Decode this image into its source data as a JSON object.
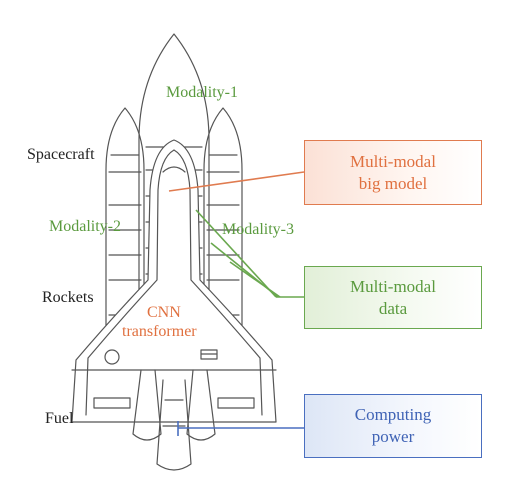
{
  "labels": {
    "spacecraft": "Spacecraft",
    "rockets": "Rockets",
    "fuel": "Fuel",
    "modality_1": "Modality-1",
    "modality_2": "Modality-2",
    "modality_3": "Modality-3",
    "cnn": "CNN",
    "transformer": "transformer"
  },
  "boxes": {
    "big_model": [
      "Multi-modal",
      "big model"
    ],
    "data": [
      "Multi-modal",
      "data"
    ],
    "computing": [
      "Computing",
      "power"
    ]
  },
  "colors": {
    "orange": "#e07b4f",
    "green": "#6aa84f",
    "blue": "#4a6fc0",
    "black": "#222222",
    "outline": "#555555"
  }
}
